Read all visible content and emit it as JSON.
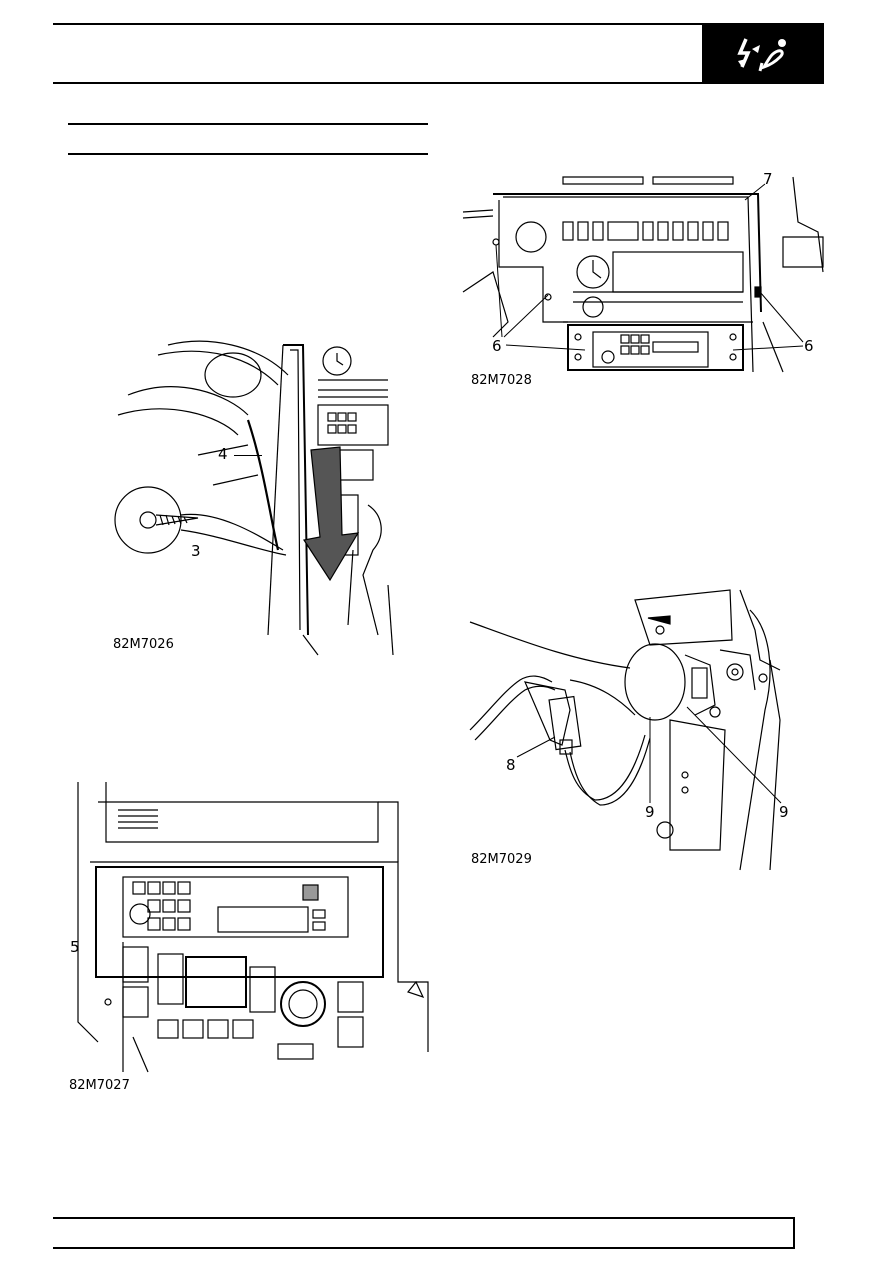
{
  "header": {
    "section_icon": "air-conditioning-icon"
  },
  "figures": [
    {
      "id": "fig-26",
      "caption": "82M7026",
      "callouts": [
        "4",
        "3"
      ]
    },
    {
      "id": "fig-27",
      "caption": "82M7027",
      "callouts": [
        "5"
      ]
    },
    {
      "id": "fig-28",
      "caption": "82M7028",
      "callouts": [
        "7",
        "6",
        "6"
      ]
    },
    {
      "id": "fig-29",
      "caption": "82M7029",
      "callouts": [
        "8",
        "9",
        "9"
      ]
    }
  ]
}
